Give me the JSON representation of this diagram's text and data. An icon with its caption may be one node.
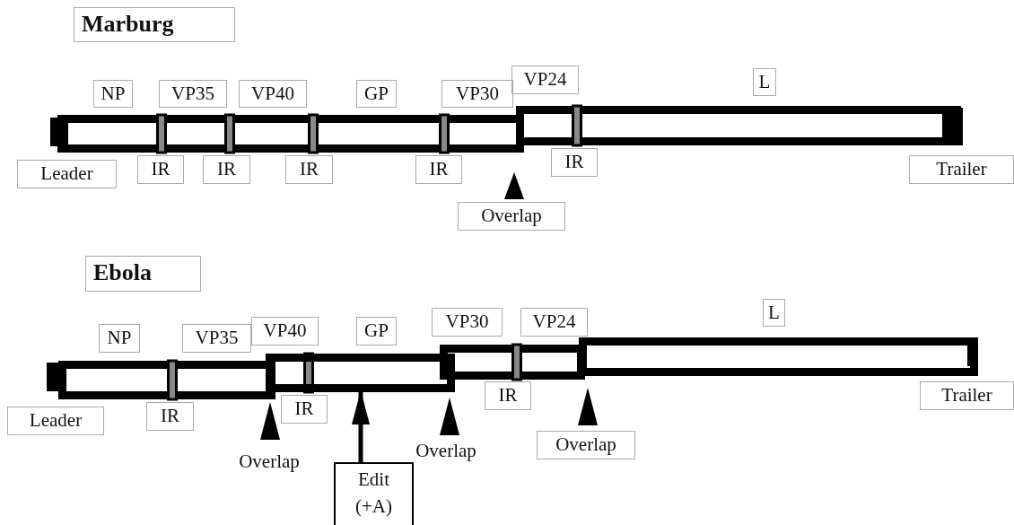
{
  "diagram": {
    "nodes": [
      {
        "text": [
          "Edit (+A)"
        ]
      },
      {
        "text": [],
        "shape": "bar"
      }
    ],
    "edges": [
      {
        "from": 0,
        "to": 1,
        "arrow": "to"
      }
    ],
    "labels": [
      "Marburg",
      "VP24",
      "L",
      "NP",
      "VP35",
      "VP40",
      "GP",
      "VP30",
      "Leader",
      "IR",
      "IR",
      "IR",
      "IR",
      "IR",
      "Trailer",
      "Overlap",
      "Ebola",
      "L",
      "VP30",
      "VP24",
      "VP40",
      "GP",
      "NP",
      "VP35",
      "Leader",
      "IR",
      "IR",
      "IR",
      "Trailer",
      "Overlap",
      "Overlap",
      "Overlap"
    ]
  }
}
